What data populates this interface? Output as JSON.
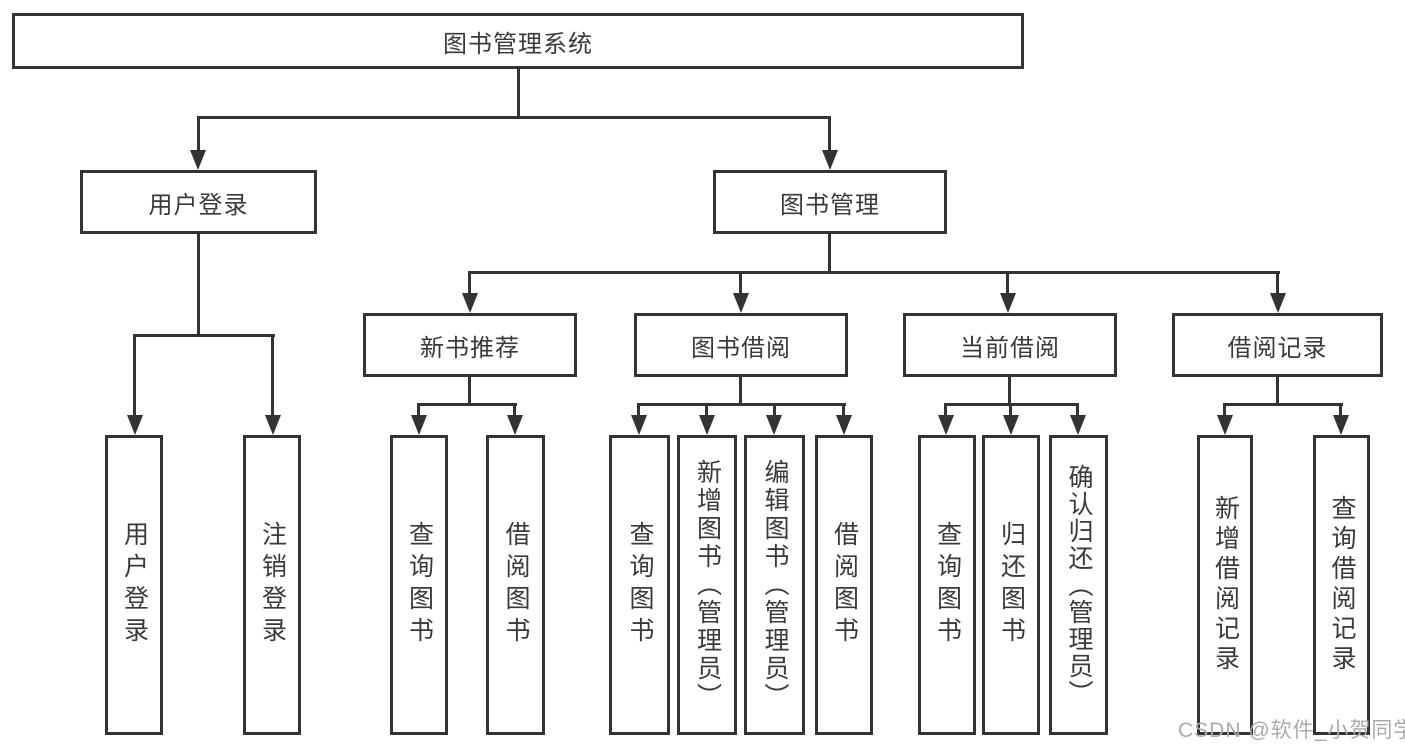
{
  "colors": {
    "line": "#333333",
    "node_border": "#333333",
    "text": "#3a3a3a",
    "watermark": "#ababab",
    "background": "#ffffff"
  },
  "diagram": {
    "root": {
      "label": "图书管理系统"
    },
    "branches": [
      {
        "label": "用户登录",
        "children": [
          {
            "label": "用户登录"
          },
          {
            "label": "注销登录"
          }
        ]
      },
      {
        "label": "图书管理",
        "children": [
          {
            "label": "新书推荐",
            "children": [
              {
                "label": "查询图书"
              },
              {
                "label": "借阅图书"
              }
            ]
          },
          {
            "label": "图书借阅",
            "children": [
              {
                "label": "查询图书"
              },
              {
                "label": "新增图书（管理员）"
              },
              {
                "label": "编辑图书（管理员）"
              },
              {
                "label": "借阅图书"
              }
            ]
          },
          {
            "label": "当前借阅",
            "children": [
              {
                "label": "查询图书"
              },
              {
                "label": "归还图书"
              },
              {
                "label": "确认归还（管理员）"
              }
            ]
          },
          {
            "label": "借阅记录",
            "children": [
              {
                "label": "新增借阅记录"
              },
              {
                "label": "查询借阅记录"
              }
            ]
          }
        ]
      }
    ]
  },
  "watermark": {
    "text": "CSDN @软件_小贺同学"
  }
}
